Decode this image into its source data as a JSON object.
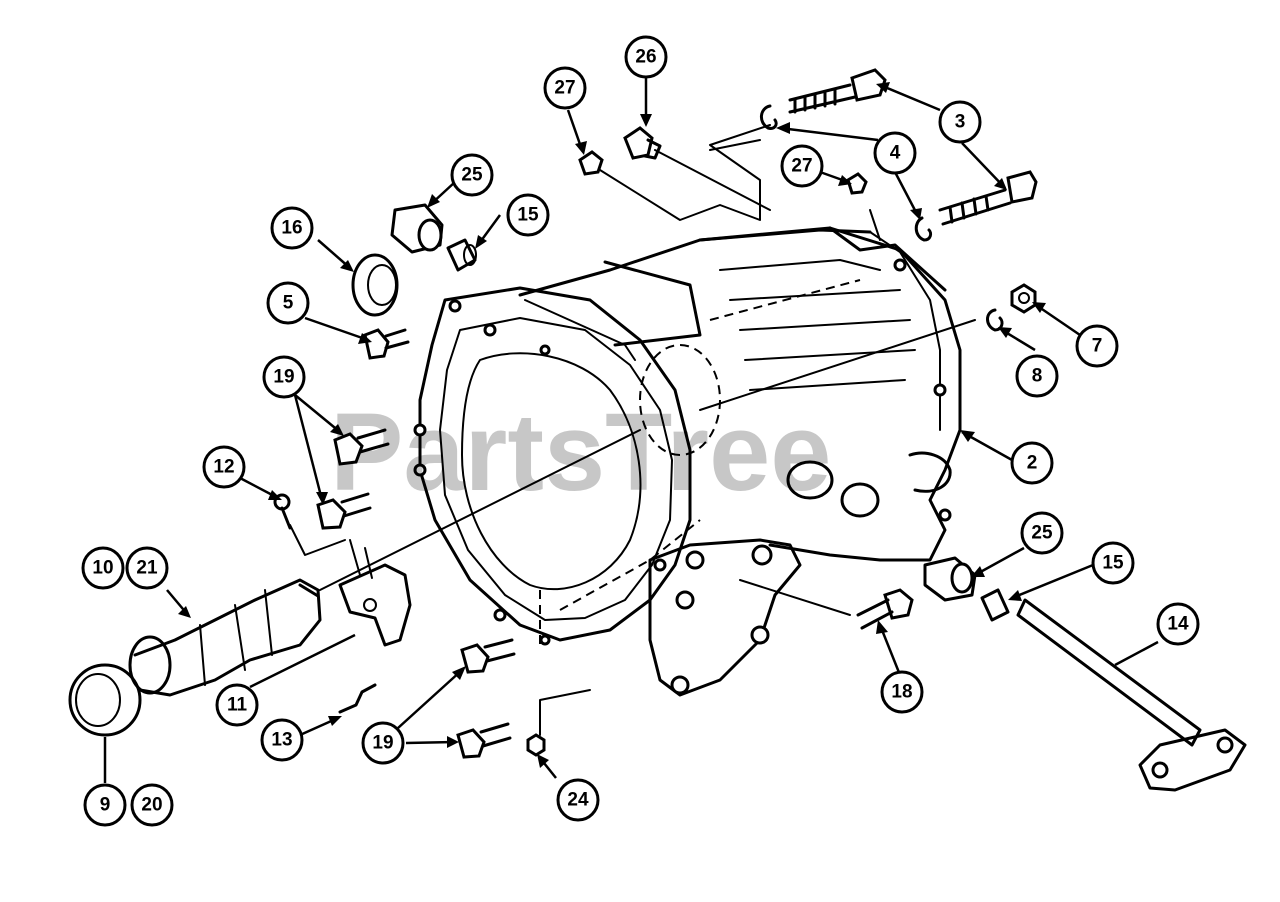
{
  "watermark": "PartsTree",
  "callouts": [
    {
      "id": "c2",
      "label": "2"
    },
    {
      "id": "c3a",
      "label": "3"
    },
    {
      "id": "c3b",
      "label": "3"
    },
    {
      "id": "c4",
      "label": "4"
    },
    {
      "id": "c5",
      "label": "5"
    },
    {
      "id": "c7",
      "label": "7"
    },
    {
      "id": "c8",
      "label": "8"
    },
    {
      "id": "c9",
      "label": "9"
    },
    {
      "id": "c20",
      "label": "20"
    },
    {
      "id": "c10",
      "label": "10"
    },
    {
      "id": "c21",
      "label": "21"
    },
    {
      "id": "c11",
      "label": "11"
    },
    {
      "id": "c12",
      "label": "12"
    },
    {
      "id": "c13",
      "label": "13"
    },
    {
      "id": "c14",
      "label": "14"
    },
    {
      "id": "c15a",
      "label": "15"
    },
    {
      "id": "c15b",
      "label": "15"
    },
    {
      "id": "c16",
      "label": "16"
    },
    {
      "id": "c18",
      "label": "18"
    },
    {
      "id": "c19a",
      "label": "19"
    },
    {
      "id": "c19b",
      "label": "19"
    },
    {
      "id": "c24",
      "label": "24"
    },
    {
      "id": "c25a",
      "label": "25"
    },
    {
      "id": "c25b",
      "label": "25"
    },
    {
      "id": "c26",
      "label": "26"
    },
    {
      "id": "c27a",
      "label": "27"
    },
    {
      "id": "c27b",
      "label": "27"
    }
  ]
}
